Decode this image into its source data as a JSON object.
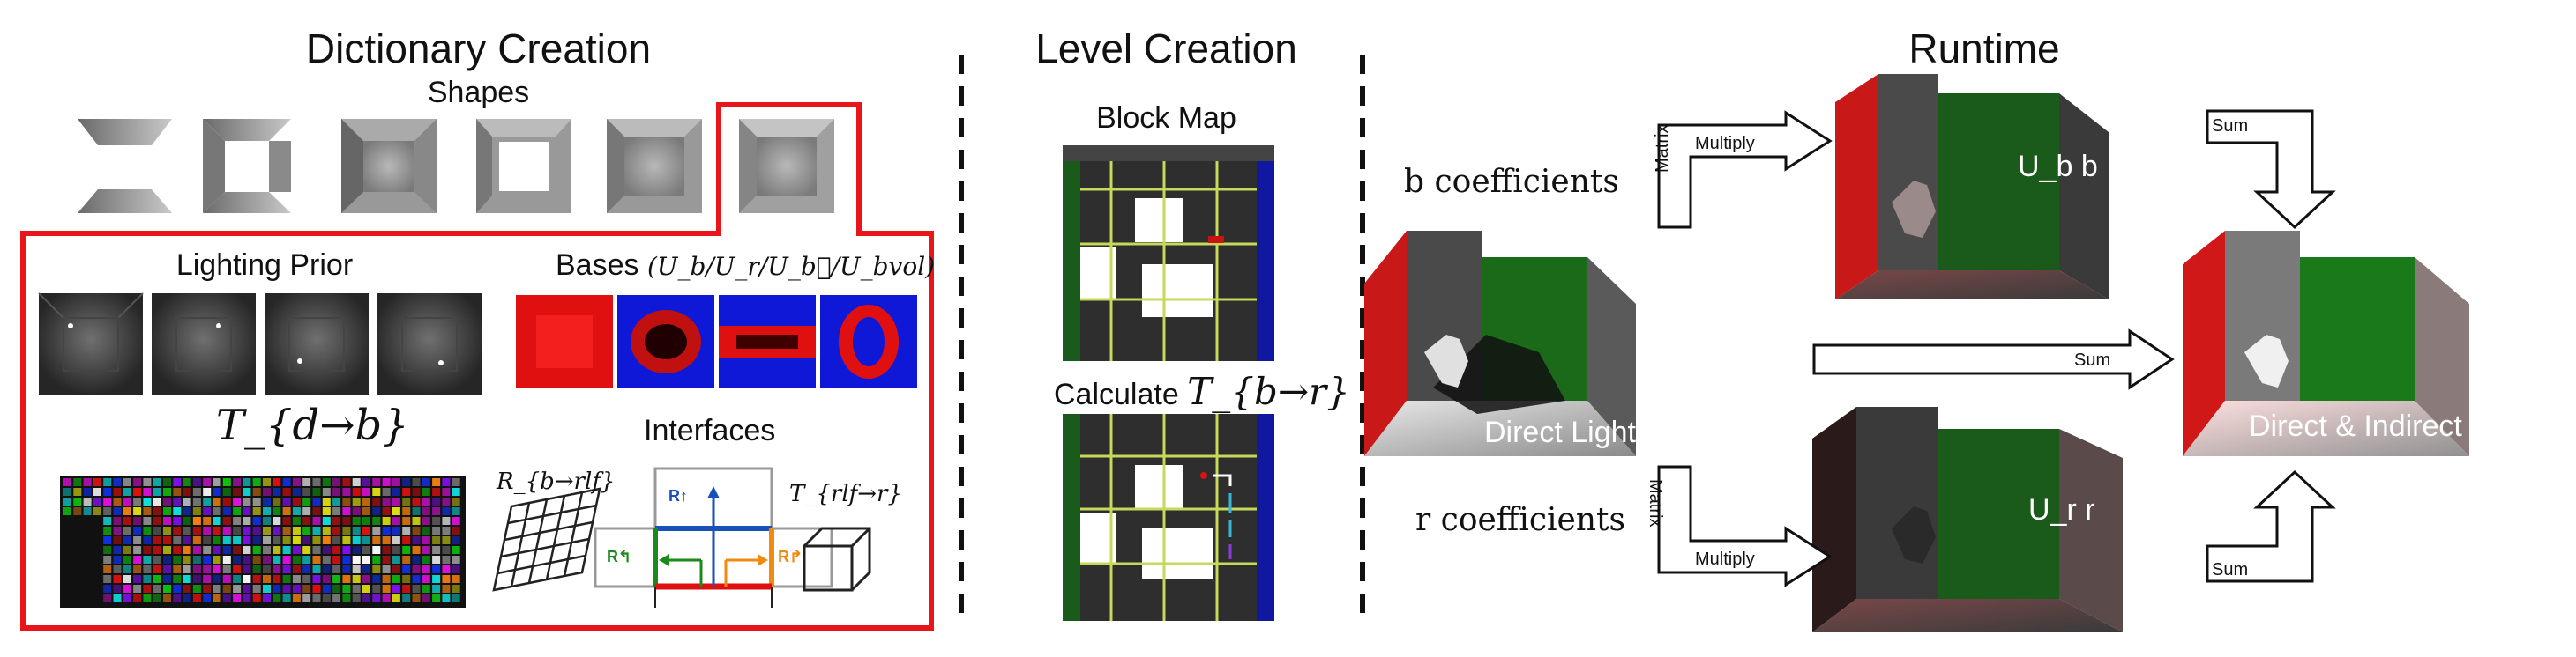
{
  "dictionary": {
    "title": "Dictionary Creation",
    "shapes_label": "Shapes",
    "lighting_prior_label": "Lighting Prior",
    "bases_label": "Bases",
    "bases_formula": "(U_b/U_r/U_b⃗/U_bvol)",
    "t_formula": "T_{d→b}",
    "interfaces_label": "Interfaces",
    "r_formula": "R_{b→rlf}",
    "t2_formula": "T_{rlf→r}",
    "interface_labels": [
      "R↑",
      "R↰",
      "R↱"
    ]
  },
  "level": {
    "title": "Level Creation",
    "block_map_label": "Block Map",
    "calculate_label": "Calculate",
    "calculate_formula": "T_{b→r}"
  },
  "runtime": {
    "title": "Runtime",
    "b_coefficients": "b coefficients",
    "r_coefficients": "r coefficients",
    "matrix": "Matrix",
    "multiply": "Multiply",
    "sum": "Sum",
    "ub_label": "U_b b",
    "ur_label": "U_r r",
    "direct_lighting": "Direct Lighting",
    "direct_indirect": "Direct & Indirect"
  },
  "colors": {
    "highlight": "#e8151b",
    "red_wall": "#d01818",
    "green_wall": "#1a6a1a",
    "grid_line": "#c8d85a",
    "blue_basis": "#1018d8",
    "red_basis": "#e01010"
  }
}
